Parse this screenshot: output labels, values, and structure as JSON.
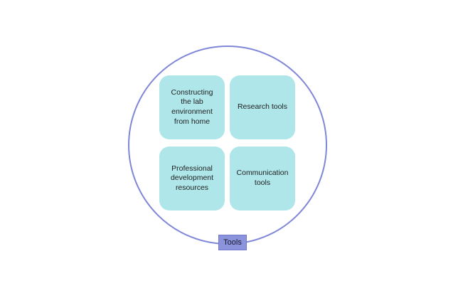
{
  "diagram": {
    "label": "Tools",
    "label_color": "#8b93dc",
    "ring_color": "#7f87d6",
    "box_color": "#aee6ea",
    "items": [
      {
        "label": "Constructing the lab environment from home"
      },
      {
        "label": "Research tools"
      },
      {
        "label": "Professional development resources"
      },
      {
        "label": "Communication tools"
      }
    ]
  }
}
